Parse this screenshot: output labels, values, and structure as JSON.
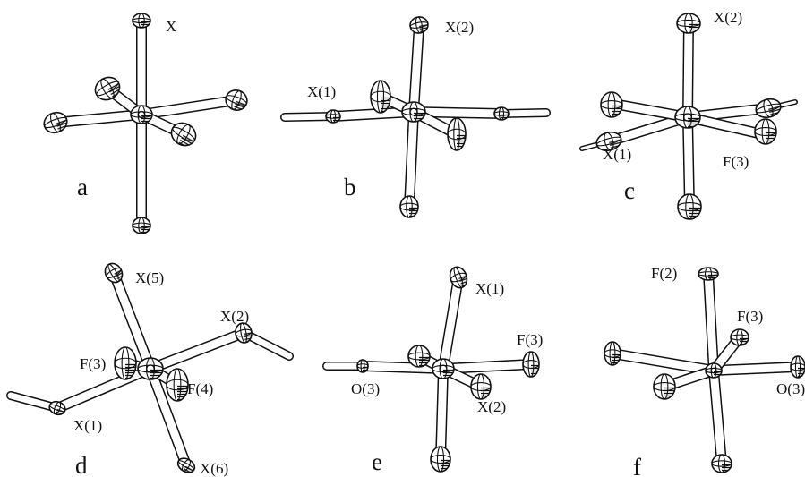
{
  "panels": [
    {
      "letter": "a",
      "labels": [
        {
          "text": "X"
        }
      ]
    },
    {
      "letter": "b",
      "labels": [
        {
          "text": "X(1)"
        },
        {
          "text": "X(2)"
        }
      ]
    },
    {
      "letter": "c",
      "labels": [
        {
          "text": "X(2)"
        },
        {
          "text": "X(1)"
        },
        {
          "text": "F(3)"
        }
      ]
    },
    {
      "letter": "d",
      "labels": [
        {
          "text": "X(5)"
        },
        {
          "text": "X(2)"
        },
        {
          "text": "F(3)"
        },
        {
          "text": "F(4)"
        },
        {
          "text": "X(1)"
        },
        {
          "text": "X(6)"
        }
      ]
    },
    {
      "letter": "e",
      "labels": [
        {
          "text": "X(1)"
        },
        {
          "text": "F(3)"
        },
        {
          "text": "O(3)"
        },
        {
          "text": "X(2)"
        }
      ]
    },
    {
      "letter": "f",
      "labels": [
        {
          "text": "F(2)"
        },
        {
          "text": "F(3)"
        },
        {
          "text": "O(3)"
        }
      ]
    }
  ]
}
